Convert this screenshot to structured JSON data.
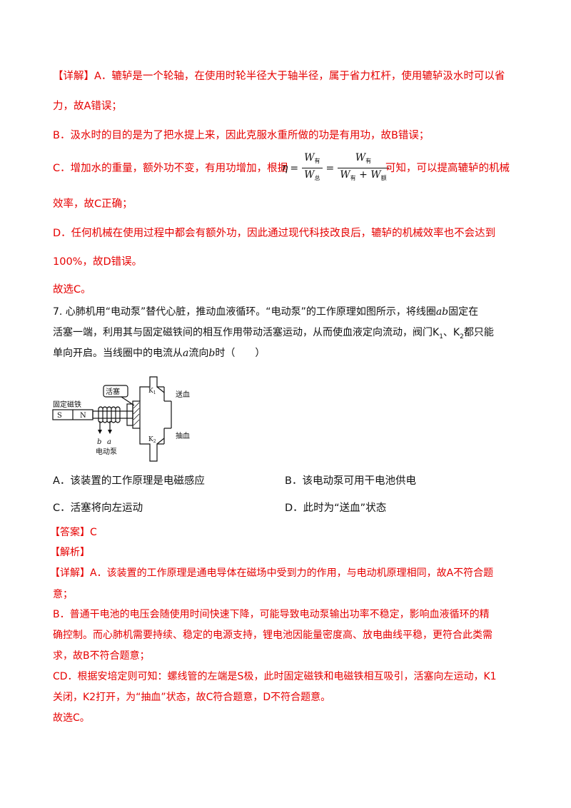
{
  "analysis_top": {
    "a_line1": "【详解】A．辘轳是一个轮轴，在使用时轮半径大于轴半径，属于省力杠杆，使用辘轳汲水时可以省",
    "a_line2": "力，故A错误；",
    "b_line": "B．汲水时的目的是为了把水提上来，因此克服水重所做的功是有用功，故B错误；",
    "c_line1_pre": "C．增加水的重量，额外功不变，有用功增加，根据",
    "c_line1_post": "可知，可以提高辘轳的机械",
    "c_line2": "效率，故C正确；",
    "d_line1": "D．任何机械在使用过程中都会有额外功，因此通过现代科技改良后，辘轳的机械效率也不会达到",
    "d_line2": "100%，故D错误。",
    "choice": "故选C。"
  },
  "formula": {
    "eta": "η",
    "eq": "=",
    "w": "W",
    "plus": "+",
    "sub_useful": "有",
    "sub_total": "总",
    "sub_extra": "额"
  },
  "question": {
    "line1_pre": "7. 心肺机用“电动泵”替代心脏，推动血液循环。“电动泵”的工作原理如图所示，将线圈",
    "line1_ab": "ab",
    "line1_post": "固定在",
    "line2_pre": "活塞一端，利用其与固定磁铁间的相互作用带动活塞运动，从而使血液定向流动，阀门K",
    "line2_sub1": "1",
    "line2_mid": "、K",
    "line2_sub2": "2",
    "line2_post": "都只能",
    "line3_pre": "单向开启。当线圈中的电流从",
    "line3_a": "a",
    "line3_mid": "流向",
    "line3_b": "b",
    "line3_post": "时（　　）"
  },
  "diagram": {
    "label_piston": "活塞",
    "label_magnet": "固定磁铁",
    "label_s": "S",
    "label_n": "N",
    "label_k": "K",
    "label_k1_sub": "1",
    "label_k2_sub": "2",
    "label_send": "送血",
    "label_draw": "抽血",
    "label_b": "b",
    "label_a": "a",
    "label_pump": "电动泵"
  },
  "options": {
    "a": "A．该装置的工作原理是电磁感应",
    "b": "B．该电动泵可用干电池供电",
    "c": "C．活塞将向左运动",
    "d": "D．此时为“送血”状态"
  },
  "answer": {
    "answer_line": "【答案】C",
    "analysis_label": "【解析】",
    "detail_a_line1": "【详解】A．该装置的工作原理是通电导体在磁场中受到力的作用，与电动机原理相同，故A不符合题",
    "detail_a_line2": "意；",
    "b_line1": "B．普通干电池的电压会随使用时间快速下降，可能导致电动泵输出功率不稳定，影响血液循环的精",
    "b_line2": "确控制。而心肺机需要持续、稳定的电源支持，锂电池因能量密度高、放电曲线平稳，更符合此类需",
    "b_line3": "求，故B不符合题意；",
    "cd_line1": "CD．根据安培定则可知：螺线管的左端是S极，此时固定磁铁和电磁铁相互吸引，活塞向左运动，K1",
    "cd_line2": "关闭，K2打开，为“抽血”状态，故C符合题意，D不符合题意。",
    "choice": "故选C。"
  }
}
